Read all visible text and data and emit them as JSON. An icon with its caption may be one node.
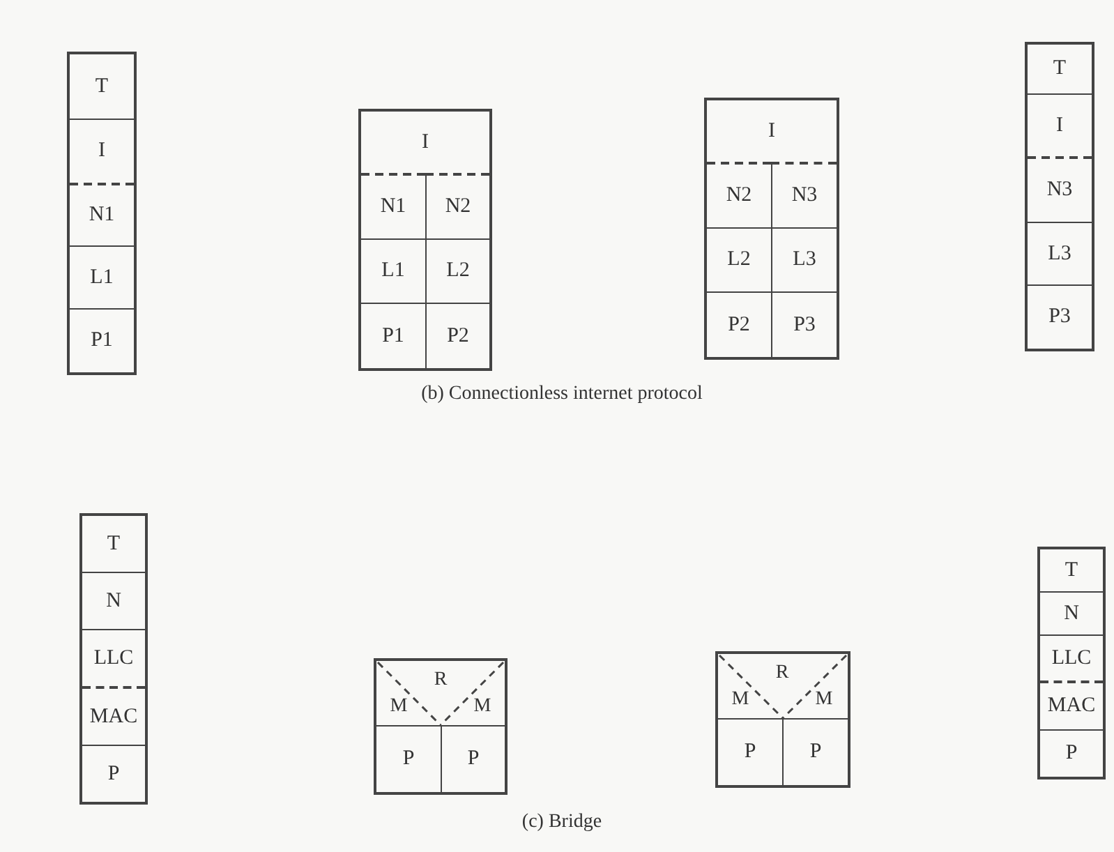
{
  "diagram": {
    "nodes": [
      {
        "text": [],
        "shape": "box"
      },
      {
        "text": [
          "T"
        ],
        "in": 0
      },
      {
        "text": [
          "I"
        ],
        "in": 0
      },
      {
        "text": [
          "N1"
        ],
        "in": 0
      },
      {
        "text": [
          "L1"
        ],
        "in": 0
      },
      {
        "text": [
          "P1"
        ],
        "in": 0
      },
      {
        "text": [],
        "shape": "box"
      },
      {
        "text": [
          "I"
        ],
        "in": 6
      },
      {
        "text": [
          "N1"
        ],
        "in": 6
      },
      {
        "text": [
          "N2"
        ],
        "in": 6
      },
      {
        "text": [
          "L1"
        ],
        "in": 6
      },
      {
        "text": [
          "L2"
        ],
        "in": 6
      },
      {
        "text": [
          "P1"
        ],
        "in": 6
      },
      {
        "text": [
          "P2"
        ],
        "in": 6
      },
      {
        "text": [],
        "shape": "box"
      },
      {
        "text": [
          "I"
        ],
        "in": 14
      },
      {
        "text": [
          "N2"
        ],
        "in": 14
      },
      {
        "text": [
          "N3"
        ],
        "in": 14
      },
      {
        "text": [
          "L2"
        ],
        "in": 14
      },
      {
        "text": [
          "L3"
        ],
        "in": 14
      },
      {
        "text": [
          "P2"
        ],
        "in": 14
      },
      {
        "text": [
          "P3"
        ],
        "in": 14
      },
      {
        "text": [],
        "shape": "box"
      },
      {
        "text": [
          "T"
        ],
        "in": 22
      },
      {
        "text": [
          "I"
        ],
        "in": 22
      },
      {
        "text": [
          "N3"
        ],
        "in": 22
      },
      {
        "text": [
          "L3"
        ],
        "in": 22
      },
      {
        "text": [
          "P3"
        ],
        "in": 22
      },
      {
        "text": [],
        "shape": "box"
      },
      {
        "text": [
          "T"
        ],
        "in": 28
      },
      {
        "text": [
          "N"
        ],
        "in": 28
      },
      {
        "text": [
          "LLC"
        ],
        "in": 28
      },
      {
        "text": [
          "MAC"
        ],
        "in": 28
      },
      {
        "text": [
          "P"
        ],
        "in": 28
      },
      {
        "text": [],
        "shape": "box"
      },
      {
        "text": [
          "R"
        ],
        "in": 34
      },
      {
        "text": [
          "M"
        ],
        "in": 34
      },
      {
        "text": [
          "M"
        ],
        "in": 34
      },
      {
        "text": [
          "P"
        ],
        "in": 34
      },
      {
        "text": [
          "P"
        ],
        "in": 34
      },
      {
        "text": [],
        "shape": "box"
      },
      {
        "text": [
          "R"
        ],
        "in": 40
      },
      {
        "text": [
          "M"
        ],
        "in": 40
      },
      {
        "text": [
          "M"
        ],
        "in": 40
      },
      {
        "text": [
          "P"
        ],
        "in": 40
      },
      {
        "text": [
          "P"
        ],
        "in": 40
      },
      {
        "text": [],
        "shape": "box"
      },
      {
        "text": [
          "T"
        ],
        "in": 46
      },
      {
        "text": [
          "N"
        ],
        "in": 46
      },
      {
        "text": [
          "LLC"
        ],
        "in": 46
      },
      {
        "text": [
          "MAC"
        ],
        "in": 46
      },
      {
        "text": [
          "P"
        ],
        "in": 46
      }
    ],
    "labels": [
      "(b) Connectionless internet protocol",
      "(c) Bridge"
    ]
  }
}
